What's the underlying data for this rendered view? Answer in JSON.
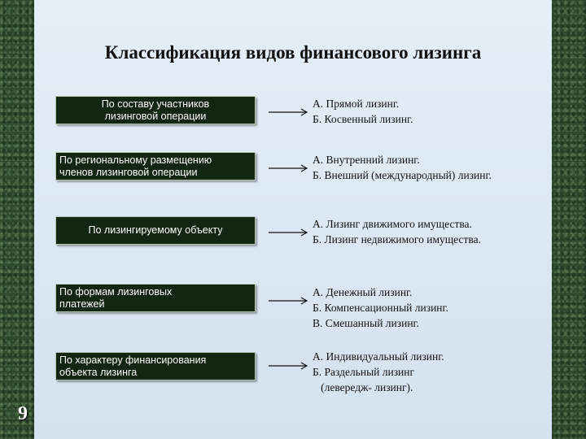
{
  "title": "Классификация видов финансового лизинга",
  "page_number": "9",
  "rows": [
    {
      "criterion": "По составу участников\nлизинговой операции",
      "types": [
        "А. Прямой лизинг.",
        "Б. Косвенный лизинг."
      ]
    },
    {
      "criterion": "По региональному размещению\nчленов лизинговой операции",
      "types": [
        "А. Внутренний лизинг.",
        "Б. Внешний (международный) лизинг."
      ]
    },
    {
      "criterion": "По лизингируемому объекту",
      "types": [
        "А. Лизинг движимого имущества.",
        "Б. Лизинг недвижимого имущества."
      ]
    },
    {
      "criterion": "По формам лизинговых\n                              платежей",
      "types": [
        "А. Денежный лизинг.",
        "Б. Компенсационный лизинг.",
        "В. Смешанный лизинг."
      ]
    },
    {
      "criterion": "По характеру финансирования\n                  объекта лизинга",
      "types": [
        "А. Индивидуальный лизинг.",
        "Б. Раздельный лизинг",
        "   (левередж- лизинг)."
      ]
    }
  ]
}
